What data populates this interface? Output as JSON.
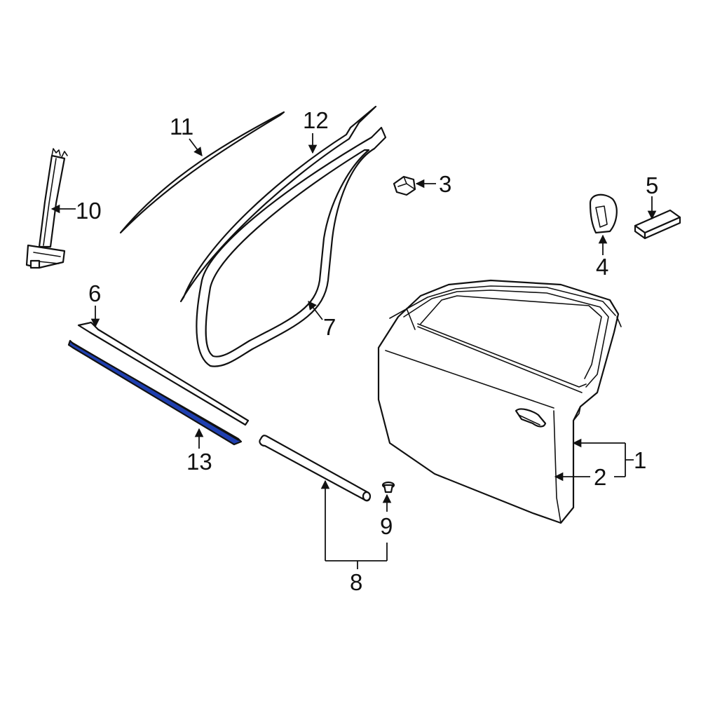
{
  "colors": {
    "line": "#111111",
    "background": "#ffffff",
    "highlight": "#1f3fb0"
  },
  "callouts": {
    "c1": "1",
    "c2": "2",
    "c3": "3",
    "c4": "4",
    "c5": "5",
    "c6": "6",
    "c7": "7",
    "c8": "8",
    "c9": "9",
    "c10": "10",
    "c11": "11",
    "c12": "12",
    "c13": "13"
  }
}
